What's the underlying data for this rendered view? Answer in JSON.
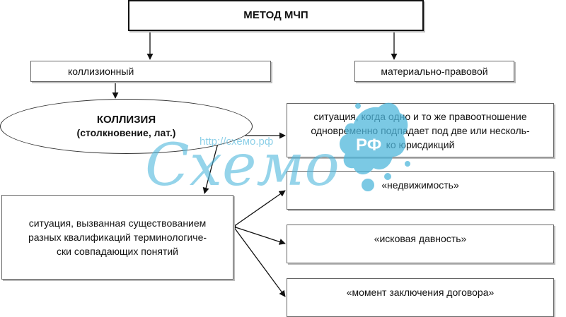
{
  "diagram": {
    "method_title": "МЕТОД МЧП",
    "collisional": "коллизионный",
    "material": "материально-правовой",
    "collision_title": "КОЛЛИЗИЯ",
    "collision_subtitle": "(столкновение, лат.)",
    "situation_same_relation": "ситуация, когда одно и то же правоотношение\nодновременно подпадает под две или несколь-\nко юрисдикций",
    "situation_qualifications": "ситуация, вызванная существованием\nразных квалификаций терминологиче-\nски совпадающих понятий",
    "example_realty": "«недвижимость»",
    "example_limitation": "«исковая давность»",
    "example_contract": "«момент заключения договора»"
  },
  "watermark": {
    "url": "http://схемо.рф",
    "logo": "Схемо",
    "badge": "РФ",
    "color": "#4fb7dc"
  },
  "colors": {
    "line": "#111111",
    "border": "#666666"
  }
}
